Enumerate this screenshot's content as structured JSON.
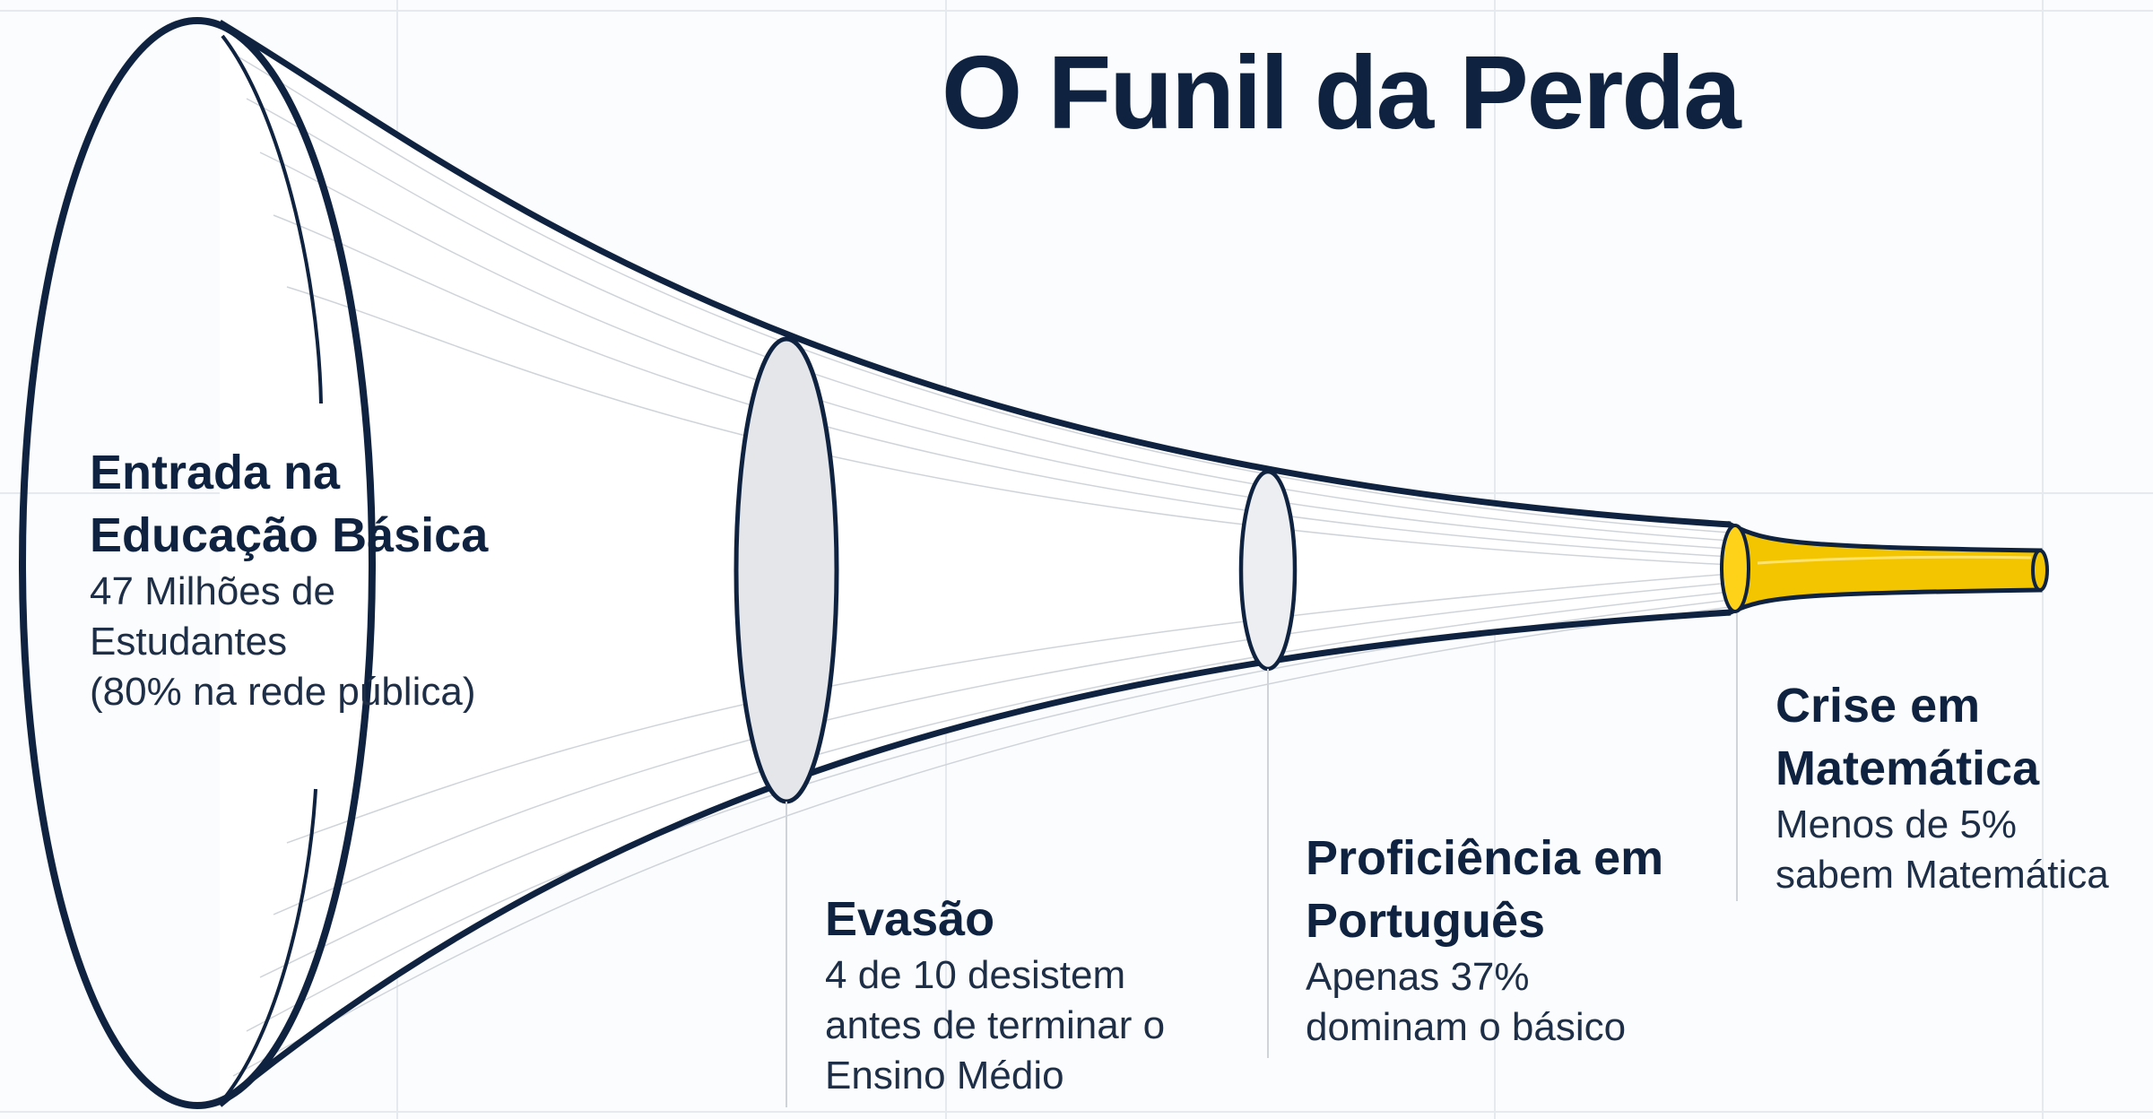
{
  "title": "O Funil da Perda",
  "colors": {
    "outline": "#0f2340",
    "ring_fill": "#e4e6ea",
    "accent": "#f3c400",
    "grid": "#e6e9ed"
  },
  "stages": [
    {
      "id": "entrada",
      "heading": [
        "Entrada na",
        "Educação Básica"
      ],
      "body": [
        "47 Milhões de",
        "Estudantes",
        "(80% na rede pública)"
      ]
    },
    {
      "id": "evasao",
      "heading": [
        "Evasão"
      ],
      "body": [
        "4 de 10 desistem",
        "antes de terminar o",
        "Ensino Médio"
      ]
    },
    {
      "id": "proficiencia",
      "heading": [
        "Proficiência em",
        "Português"
      ],
      "body": [
        "Apenas 37%",
        "dominam o básico"
      ]
    },
    {
      "id": "matematica",
      "heading": [
        "Crise em",
        "Matemática"
      ],
      "body": [
        "Menos de 5%",
        "sabem Matemática"
      ]
    }
  ]
}
